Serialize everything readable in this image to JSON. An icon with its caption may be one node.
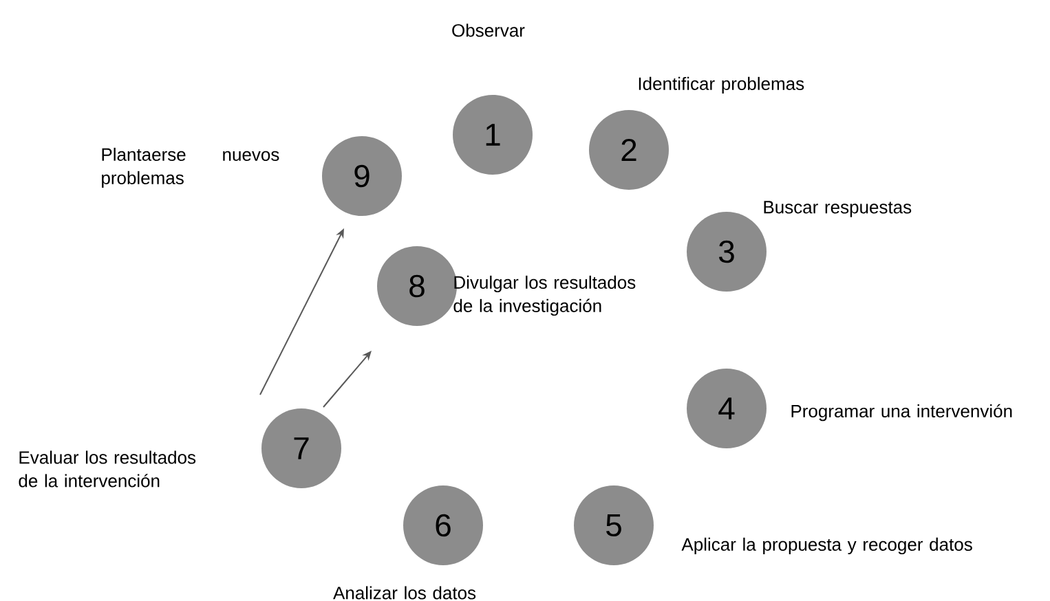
{
  "diagram": {
    "nodes": [
      {
        "text": [
          "1"
        ]
      },
      {
        "text": [
          "2"
        ],
        "beside": [
          "Identificar problemas"
        ]
      },
      {
        "text": [
          "3"
        ],
        "beside": [
          "Buscar respuestas"
        ]
      },
      {
        "text": [
          "4"
        ],
        "beside": [
          "Programar una intervenvión"
        ]
      },
      {
        "text": [
          "5"
        ],
        "beside": [
          "Aplicar la propuesta y recoger datos"
        ]
      },
      {
        "text": [
          "6"
        ],
        "beside": [
          "Analizar los datos"
        ]
      },
      {
        "text": [
          "7"
        ]
      },
      {
        "text": [
          "8"
        ],
        "beside": [
          "Divulgar los resultados de la investigación"
        ]
      },
      {
        "text": [
          "9"
        ]
      }
    ],
    "edges": [
      {
        "from": 6,
        "to": 8,
        "arrow": "to"
      },
      {
        "from": 6,
        "to": 7,
        "arrow": "to"
      }
    ],
    "labels": [
      "Observar",
      "Plantaerse nuevos problemas",
      "Evaluar los resultados de la intervención"
    ]
  }
}
